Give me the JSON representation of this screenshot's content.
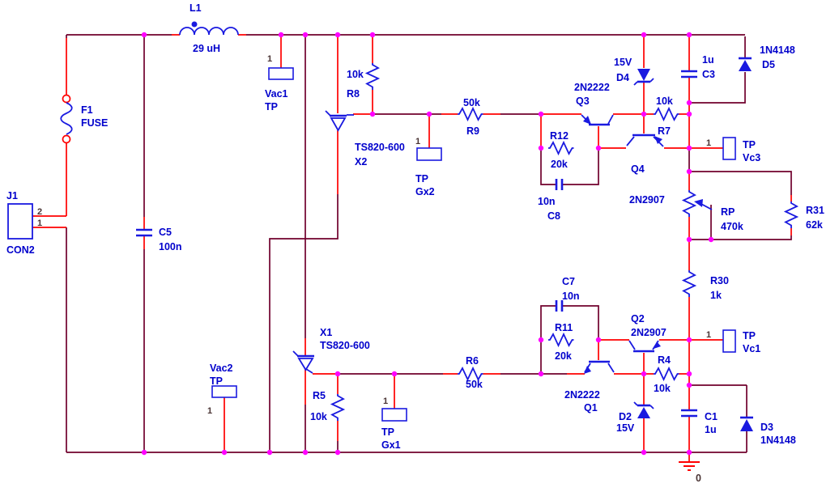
{
  "colors": {
    "wire": "#70002d",
    "lead": "#ff0000",
    "symbol": "#1a1ae0",
    "label": "#0000cc",
    "pin": "#4a3434",
    "junction": "#ff00ff",
    "ground": "#ff0000",
    "background": "#ffffff"
  },
  "components": {
    "J1": {
      "ref": "J1",
      "value": "CON2",
      "pins": [
        "2",
        "1"
      ]
    },
    "F1": {
      "ref": "F1",
      "value": "FUSE"
    },
    "L1": {
      "ref": "L1",
      "value": "29 uH"
    },
    "C5": {
      "ref": "C5",
      "value": "100n"
    },
    "R8": {
      "ref": "R8",
      "value": "10k"
    },
    "X2": {
      "ref": "X2",
      "value": "TS820-600"
    },
    "R9": {
      "ref": "R9",
      "value": "50k"
    },
    "R12": {
      "ref": "R12",
      "value": "20k"
    },
    "C8": {
      "ref": "C8",
      "value": "10n"
    },
    "Q3": {
      "ref": "Q3",
      "value": "2N2222"
    },
    "D4": {
      "ref": "D4",
      "value": "15V"
    },
    "R7": {
      "ref": "R7",
      "value": "10k"
    },
    "C3": {
      "ref": "C3",
      "value": "1u"
    },
    "D5": {
      "ref": "D5",
      "value": "1N4148"
    },
    "Q4": {
      "ref": "Q4",
      "value": "2N2907"
    },
    "RP": {
      "ref": "RP",
      "value": "470k"
    },
    "R31": {
      "ref": "R31",
      "value": "62k"
    },
    "R30": {
      "ref": "R30",
      "value": "1k"
    },
    "C7": {
      "ref": "C7",
      "value": "10n"
    },
    "R11": {
      "ref": "R11",
      "value": "20k"
    },
    "Q2": {
      "ref": "Q2",
      "value": "2N2907"
    },
    "Q1": {
      "ref": "Q1",
      "value": "2N2222"
    },
    "R6": {
      "ref": "R6",
      "value": "50k"
    },
    "X1": {
      "ref": "X1",
      "value": "TS820-600"
    },
    "R5": {
      "ref": "R5",
      "value": "10k"
    },
    "R4": {
      "ref": "R4",
      "value": "10k"
    },
    "D2": {
      "ref": "D2",
      "value": "15V"
    },
    "C1": {
      "ref": "C1",
      "value": "1u"
    },
    "D3": {
      "ref": "D3",
      "value": "1N4148"
    }
  },
  "testpoints": {
    "Vac1": {
      "name": "Vac1",
      "type": "TP",
      "pin": "1"
    },
    "Vac2": {
      "name": "Vac2",
      "type": "TP",
      "pin": "1"
    },
    "Gx2": {
      "name": "Gx2",
      "type": "TP",
      "pin": "1"
    },
    "Gx1": {
      "name": "Gx1",
      "type": "TP",
      "pin": "1"
    },
    "Vc3": {
      "name": "Vc3",
      "type": "TP",
      "pin": "1"
    },
    "Vc1": {
      "name": "Vc1",
      "type": "TP",
      "pin": "1"
    }
  },
  "ground": {
    "net": "0"
  }
}
